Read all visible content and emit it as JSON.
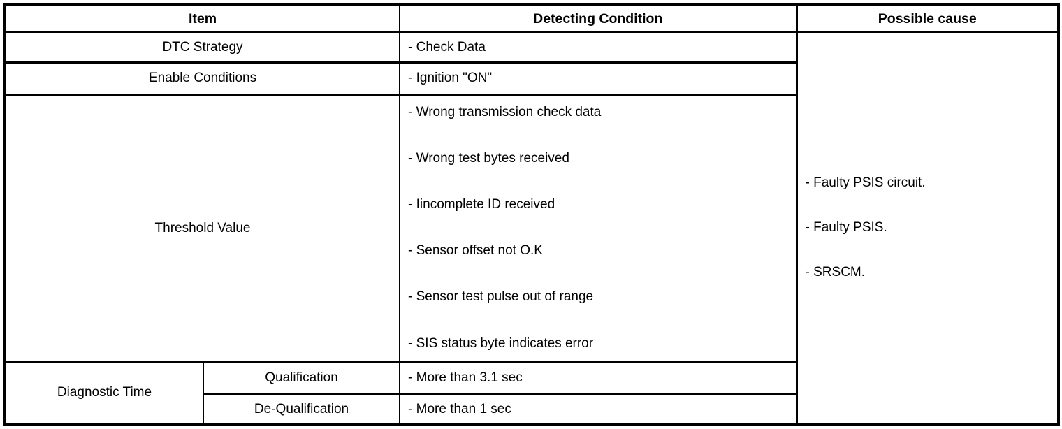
{
  "colors": {
    "border": "#000000",
    "background": "#ffffff",
    "text": "#000000"
  },
  "table": {
    "headers": {
      "item": "Item",
      "detecting_condition": "Detecting Condition",
      "possible_cause": "Possible cause"
    },
    "rows": {
      "dtc_strategy": {
        "label": "DTC Strategy",
        "condition": "- Check Data"
      },
      "enable_conditions": {
        "label": "Enable Conditions",
        "condition": "- Ignition \"ON\""
      },
      "threshold_value": {
        "label": "Threshold Value",
        "conditions": [
          "- Wrong transmission check data",
          "- Wrong test bytes received",
          "- Iincomplete ID received",
          "- Sensor offset not O.K",
          "- Sensor test pulse out of range",
          "- SIS status byte indicates error"
        ]
      },
      "diagnostic_time": {
        "label": "Diagnostic Time",
        "sub_rows": [
          {
            "label": "Qualification",
            "condition": "- More than 3.1 sec"
          },
          {
            "label": "De-Qualification",
            "condition": "- More than 1 sec"
          }
        ]
      }
    },
    "possible_causes": [
      "- Faulty PSIS circuit.",
      "- Faulty PSIS.",
      "- SRSCM."
    ]
  }
}
